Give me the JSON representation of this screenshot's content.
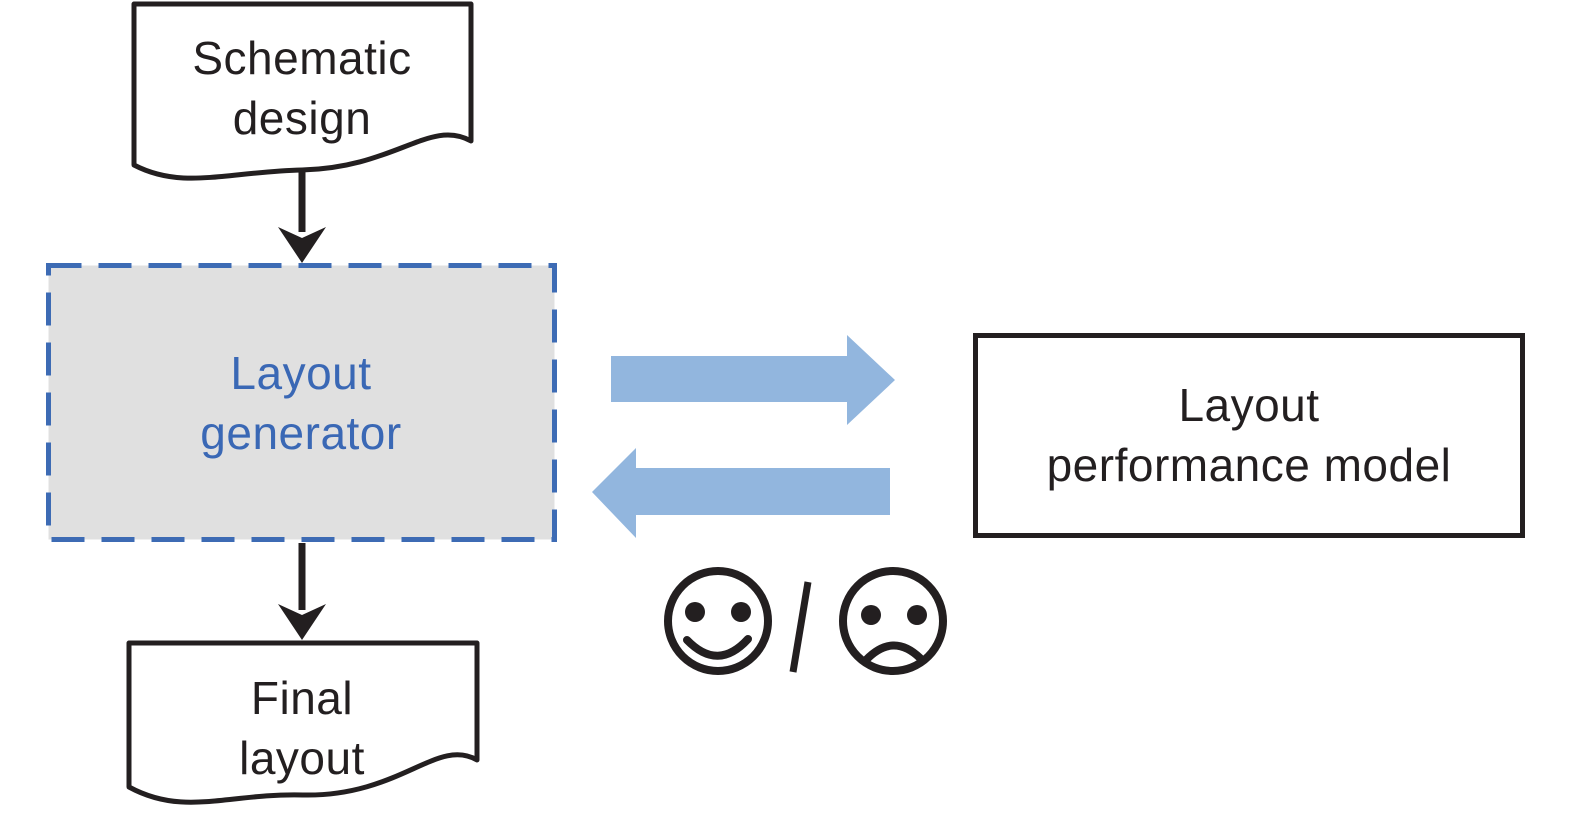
{
  "figure": {
    "type": "flow-diagram",
    "background": "#ffffff",
    "nodes": {
      "schematic": {
        "shape": "document",
        "lines": [
          "Schematic",
          "design"
        ]
      },
      "generator": {
        "shape": "dashed-rectangle",
        "lines": [
          "Layout",
          "generator"
        ]
      },
      "performance_model": {
        "shape": "rectangle",
        "lines": [
          "Layout",
          "performance model"
        ]
      },
      "final": {
        "shape": "document",
        "lines": [
          "Final",
          "layout"
        ]
      }
    },
    "edges": [
      {
        "from": "schematic",
        "to": "generator",
        "style": "thin-black-arrow",
        "direction": "down"
      },
      {
        "from": "generator",
        "to": "final",
        "style": "thin-black-arrow",
        "direction": "down"
      },
      {
        "from": "generator",
        "to": "performance_model",
        "style": "block-arrow",
        "direction": "right"
      },
      {
        "from": "performance_model",
        "to": "generator",
        "style": "block-arrow",
        "direction": "left"
      }
    ],
    "icons": {
      "feedback": [
        "happy-face-icon",
        "slash-separator",
        "sad-face-icon"
      ]
    },
    "colors": {
      "black": "#231f20",
      "generator_fill": "#e0e0e0",
      "generator_border": "#3d6bb4",
      "generator_text": "#3a68b5",
      "block_arrow_blue": "#92b6de",
      "box_fill": "#ffffff"
    }
  }
}
